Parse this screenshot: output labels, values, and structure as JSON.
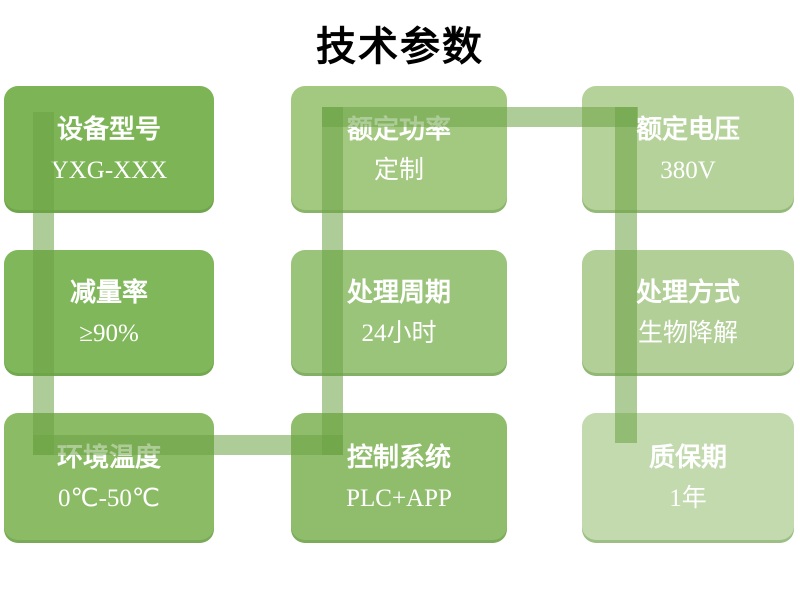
{
  "slide": {
    "title": "技术参数",
    "background_color": "#ffffff",
    "title_color": "#000000"
  },
  "connector": {
    "style": "serpentine-band",
    "color": "rgba(108,163,68,0.55)",
    "path": "down-column-1, right, up-column-2, right, down-column-3"
  },
  "boxes": [
    {
      "id": "device-model",
      "label": "设备型号",
      "value": "YXG-XXX",
      "color": "#7cb456",
      "row": 0,
      "col": 0
    },
    {
      "id": "rated-power",
      "label": "额定功率",
      "value": "定制",
      "color": "#a3c981",
      "row": 0,
      "col": 1
    },
    {
      "id": "rated-voltage",
      "label": "额定电压",
      "value": "380V",
      "color": "#b5d29a",
      "row": 0,
      "col": 2
    },
    {
      "id": "reduction-rate",
      "label": "减量率",
      "value": "≥90%",
      "color": "#80b75b",
      "row": 1,
      "col": 0
    },
    {
      "id": "processing-cycle",
      "label": "处理周期",
      "value": "24小时",
      "color": "#9ac47a",
      "row": 1,
      "col": 1
    },
    {
      "id": "processing-method",
      "label": "处理方式",
      "value": "生物降解",
      "color": "#b1cf97",
      "row": 1,
      "col": 2
    },
    {
      "id": "ambient-temperature",
      "label": "环境温度",
      "value": "0℃-50℃",
      "color": "#8cbb66",
      "row": 2,
      "col": 0
    },
    {
      "id": "control-system",
      "label": "控制系统",
      "value": "PLC+APP",
      "color": "#90bd6c",
      "row": 2,
      "col": 1
    },
    {
      "id": "warranty",
      "label": "质保期",
      "value": "1年",
      "color": "#c2daae",
      "row": 2,
      "col": 2
    }
  ]
}
